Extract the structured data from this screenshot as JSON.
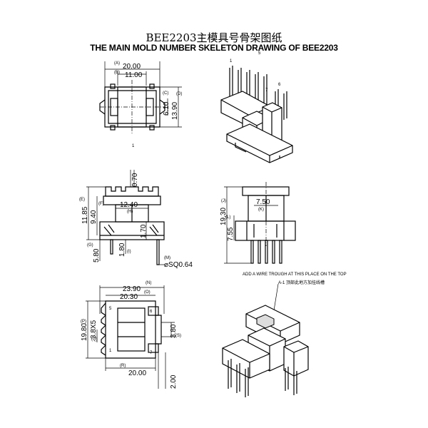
{
  "title_cn": "BEE2203主模具号骨架图纸",
  "title_en": "THE MAIN MOLD NUMBER SKELETON DRAWING OF BEE2203",
  "top_view": {
    "dim_a": "20.00",
    "lbl_a": "(A)",
    "dim_b": "11.00",
    "lbl_b": "(B)",
    "dim_c": "6.10",
    "lbl_c": "(C)",
    "dim_d": "13.90",
    "lbl_d": "(D)",
    "mark": "1"
  },
  "iso_top": {
    "pin1": "1",
    "pin5": "5",
    "pin6": "6",
    "pin7": "7"
  },
  "front_view": {
    "dim_top": "0.70",
    "dim_e": "11.85",
    "lbl_e": "(E)",
    "dim_f": "9.40",
    "lbl_f": "(F)",
    "dim_h": "12.40",
    "lbl_h": "(H)",
    "dim_mid": "1.70",
    "dim_g": "5.80",
    "lbl_g": "(G)",
    "dim_i": "1.80",
    "lbl_i": "(I)",
    "lbl_m": "(M)",
    "dim_m": "⌀SQ0.64"
  },
  "side_view": {
    "dim_j": "19.30",
    "lbl_j": "(J)",
    "dim_k": "7.50",
    "lbl_k": "(K)",
    "dim_l": "7.55",
    "lbl_l": "(L)"
  },
  "bottom_view": {
    "dim_n": "23.90",
    "lbl_n": "(N)",
    "dim_o": "20.30",
    "lbl_o": "(O)",
    "dim_p": "19.80",
    "lbl_p": "(P)",
    "dim_q": "3.8X5",
    "lbl_q": "(Q)",
    "dim_r": "20.00",
    "lbl_r": "(R)",
    "dim_s": "3.80",
    "lbl_s": "(S)",
    "dim_bottom": "2.00",
    "pin5": "5",
    "pin1": "1",
    "pin7": "7",
    "pin6": "6"
  },
  "iso_bottom": {
    "note_en": "ADD A WIRE TROUGH AT THIS PLACE ON THE TOP",
    "note_cn": "A-1  顶部此地方加挂线槽"
  }
}
